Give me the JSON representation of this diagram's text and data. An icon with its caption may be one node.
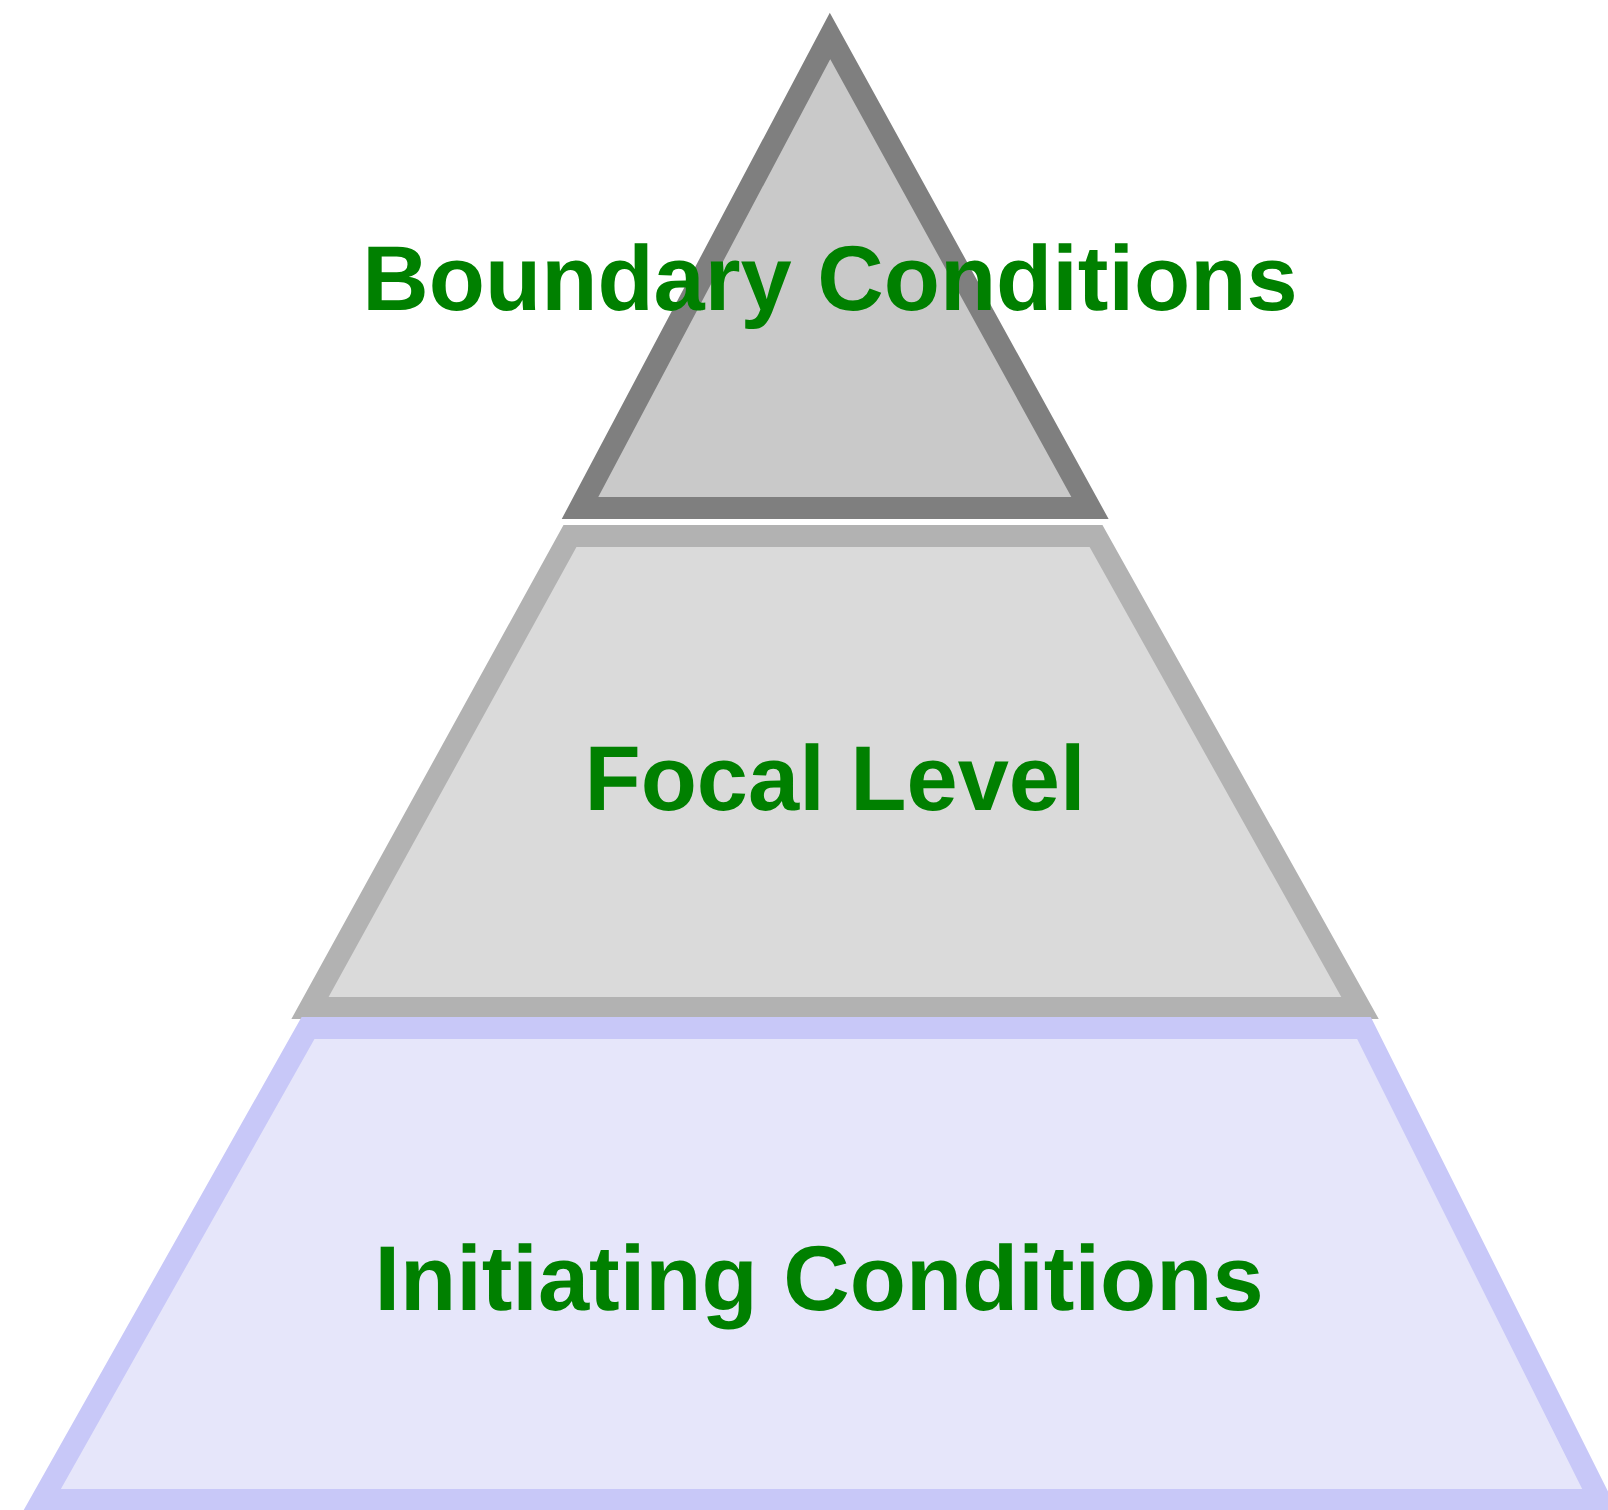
{
  "diagram": {
    "nodes": [
      {
        "text": [
          "Boundary Conditions"
        ]
      },
      {
        "text": [
          "Focal Level"
        ]
      },
      {
        "text": [
          "Initiating Conditions"
        ]
      }
    ]
  }
}
